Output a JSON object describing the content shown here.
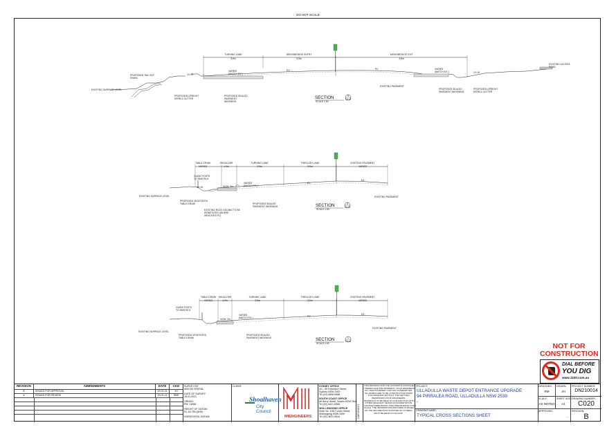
{
  "drawing": {
    "do_not_scale": "DO NOT SCALE",
    "sections": [
      {
        "title": "SECTION",
        "scale": "SCALE 1:50",
        "ref": "3",
        "sheet_ref": "C010",
        "widths": [
          "TURNING LANE",
          "WEIGHBRIDGE ENTRY",
          "WEIGHBRIDGE EXIT"
        ],
        "width_values": [
          "3.8m",
          "3.5m",
          "3.8m"
        ],
        "labels": {
          "taper": "PROPOSED TAIL OUT\nDRAIN",
          "surface_left": "EXISTING SURFACE LEVEL",
          "kerb_left": "PROPOSED UPRIGHT\nKERB & GUTTER",
          "pavement_left": "PROPOSED SEALED\nPAVEMENT\nWIDENING",
          "varies_left": "VARIES\n(MATCH EX.)",
          "existing_pavement": "EXISTING PAVEMENT",
          "pavement_right": "PROPOSED SEALED\nPAVEMENT WIDENING",
          "varies_right": "VARIES\n(MATCH EX.)",
          "kerb_right": "PROPOSED UPRIGHT\nKERB & GUTTER",
          "access_road": "EXISTING ACCESS\nROAD",
          "slope1": "1V:1H",
          "slope2": "1V:1H",
          "crossfall1": "EX.",
          "crossfall2": "EX."
        }
      },
      {
        "title": "SECTION",
        "scale": "SCALE 1:50",
        "ref": "2",
        "sheet_ref": "C010",
        "widths": [
          "TABLE DRAIN",
          "SHOULDER",
          "TURNING LANE",
          "THROUGH LANE",
          "EXISTING PAVEMENT"
        ],
        "width_values": [
          "VARIES",
          "1.0m",
          "3.5m",
          "3.5m",
          "VARIES"
        ],
        "labels": {
          "guide_posts": "GUIDE POSTS\nTO RMS R0.5",
          "surface_left": "EXISTING SURFACE LEVEL",
          "drain": "PROPOSED VEGETATED\nTABLE DRAIN",
          "rock_edging": "EXISTING ROCK EDGING TO BE\nREINSTATED (WHERE\nINDICATED PL)",
          "pavement": "PROPOSED SEALED\nPAVEMENT WIDENING",
          "varies": "VARIES\n(MATCH EX.)",
          "existing_pavement": "EXISTING PAVEMENT",
          "slope": "1V:1H",
          "now": "NOW: 3%",
          "crossfall1": "EX.",
          "crossfall2": "EX."
        }
      },
      {
        "title": "SECTION",
        "scale": "SCALE 1:50",
        "ref": "1",
        "sheet_ref": "C010",
        "widths": [
          "TABLE DRAIN",
          "SHOULDER",
          "TURNING LANE",
          "THROUGH LANE",
          "EXISTING PAVEMENT"
        ],
        "width_values": [
          "VARIES",
          "1.0m",
          "3.5m",
          "3.5m",
          "VARIES"
        ],
        "labels": {
          "guide_posts": "GUIDE POSTS\nTO RMS R0.5",
          "surface_left": "EXISTING SURFACE LEVEL",
          "drain": "PROPOSED VEGETATED\nTABLE DRAIN",
          "pavement": "PROPOSED SEALED\nPAVEMENT WIDENING",
          "varies": "VARIES\n(MATCH EX.)",
          "existing_pavement": "EXISTING PAVEMENT",
          "now": "NOW: 3%",
          "crossfall1": "EX.",
          "crossfall2": "EX."
        }
      }
    ]
  },
  "stamp": {
    "not_for": "NOT FOR",
    "construction": "CONSTRUCTION",
    "dial_before": "DIAL BEFORE",
    "you_dig": "YOU DIG",
    "phone": "www.1100.com.au"
  },
  "title_block": {
    "headers": {
      "revision": "REVISION",
      "amendments": "AMENDMENTS",
      "date": "DATE",
      "ckd": "CKD"
    },
    "revisions": [
      {
        "rev": "B",
        "text": "ISSUED FOR APPROVAL",
        "date": "20.01.21",
        "ckd": "JH"
      },
      {
        "rev": "A",
        "text": "ISSUED FOR REVIEW",
        "date": "15.01.21",
        "ckd": "SBD"
      }
    ],
    "survey": {
      "surveyor": "SURVEYOR:",
      "surveyor_value": "ABCOM SPATIAL",
      "survey_date": "DATE OF SURVEY:",
      "survey_date_value": "18.01.2021",
      "origin": "ORIGIN:",
      "origin_value": "PM: 11968",
      "height_datum": "HEIGHT OF DATUM:",
      "height_datum_value": "RL 18.755 (AHD)",
      "horizontal_datum": "HORIZONTAL DATUM:"
    },
    "client_label": "CLIENT:",
    "client_logo_top": "Shoalhaven",
    "client_logo_bottom": "City Council",
    "firm_logo": "MIENGINEERS",
    "offices": [
      "SYDNEY OFFICE",
      "4/1 - 89 Research Street,\nSydney NSW 2000\nTel (02) 9698 9888",
      "SOUTH COAST OFFICE",
      "66 Berry Street, Nowra NSW 2541\nTel (02) 4421 6366",
      "WOLLONGONG OFFICE",
      "Suite 2a, 1/38 Crown Street,\nWollongong NSW 2500\nTel (02) 4621 6544"
    ],
    "copyright_label": "COPYRIGHT",
    "copyright_text": "THIS DRAWING AND THE CONCEPTS CONTAINED\nTHEREIN ARE THE PROPERTY OF MI ENGINEERS.\nNO UNAUTHORISED COPYING IS PERMITTED.\nNO WORKS ARE TO BE CONSTRUCTED FROM\nTHIS DRAWING WITHOUT THE WRITTEN\nPERMISSION OF MI ENGINEERS.\nDRAWINGS TO BE READ IN CONJUNCTION WITH\nOTHER RELEVANT DESIGN DOCUMENTATION.\nFIGURED DIMENSIONS TAKE PRECEDENCE OVER\nSCALE. THE INFORMATION PROVIDED IS BASED\nON THE INFORMATION SUPPLIED BY OTHERS.\nMUST BE READ IN COLOUR.",
    "project_label": "PROJECT:",
    "project_line1": "ULLADULLA WASTE DEPOT ENTRANCE UPGRADE",
    "project_line2": "94 PIRRALEA ROAD, ULLADULLA NSW 2539",
    "project_line3": "-",
    "drawing_name_label": "DRAWING NAME:",
    "drawing_name": "TYPICAL CROSS SECTIONS SHEET",
    "designed_label": "DESIGNED:",
    "designed": "RM",
    "drawn_label": "DRAWN:",
    "drawn": "JH",
    "project_number_label": "PROJECT NUMBER:",
    "project_number": "DN210014",
    "scale_label": "SCALE:",
    "scale": "AS NOTED",
    "sheet_size_label": "SHEET SIZE:",
    "sheet_size": "A1",
    "drawing_number_label": "DRAWING NUMBER:",
    "drawing_number": "C020",
    "approved_label": "APPROVED:",
    "approved": "-",
    "revision_label": "REVISION:",
    "revision": "B"
  }
}
